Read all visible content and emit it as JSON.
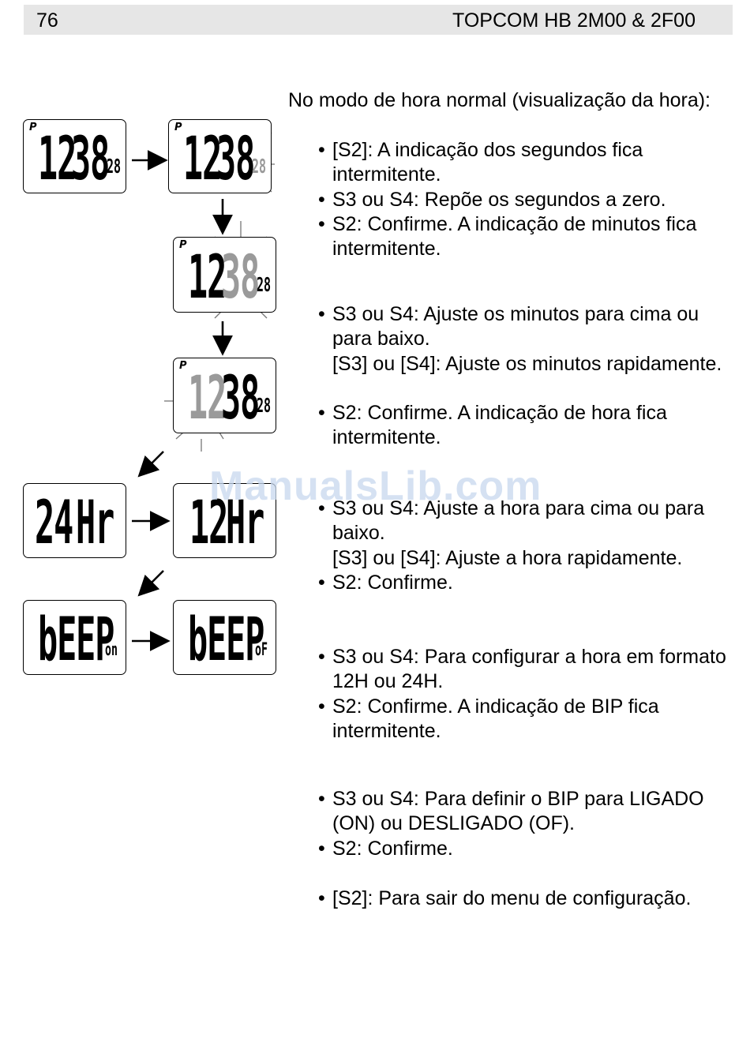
{
  "header": {
    "page_number": "76",
    "title": "TOPCOM HB 2M00 & 2F00"
  },
  "watermark": "ManualsLib.com",
  "displays": {
    "time_hours": "12",
    "time_minutes": "38",
    "time_seconds": "28",
    "mode_flag": "P",
    "format_24_digits": "24",
    "format_24_suffix": "Hr",
    "format_12_digits": "12",
    "format_12_suffix": "Hr",
    "beep_word": "bEEP",
    "beep_on": "on",
    "beep_off": "oF"
  },
  "instructions": {
    "intro": "No modo de hora normal (visualização da hora):",
    "items": [
      "[S2]: A indicação dos segundos fica intermitente.",
      "S3 ou S4: Repõe os segundos a zero.",
      "S2: Confirme. A indicação de minutos fica intermitente.",
      "S3 ou S4: Ajuste os minutos para cima ou para baixo.",
      "[S3] ou [S4]: Ajuste os minutos rapidamente.",
      "S2: Confirme. A indicação de hora fica intermitente.",
      "S3 ou S4: Ajuste a hora para cima ou para baixo.",
      "[S3] ou [S4]: Ajuste a hora rapidamente.",
      "S2: Confirme.",
      "S3 ou S4: Para configurar a hora em formato 12H ou 24H.",
      "S2: Confirme. A indicação de BIP fica intermitente.",
      "S3 ou S4: Para definir o BIP para LIGADO (ON) ou DESLIGADO (OF).",
      "S2: Confirme.",
      "[S2]: Para sair do menu de configuração."
    ]
  }
}
